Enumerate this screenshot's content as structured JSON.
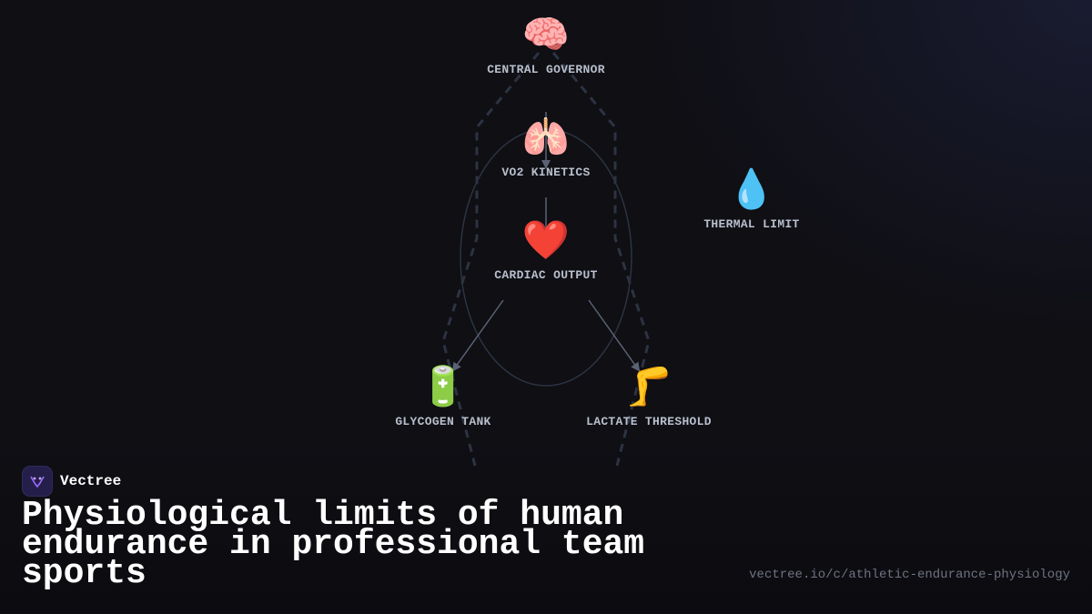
{
  "brand": {
    "name": "Vectree"
  },
  "title": "Physiological limits of human endurance in professional team sports",
  "url": "vectree.io/c/athletic-endurance-physiology",
  "nodes": {
    "central_governor": {
      "emoji": "🧠",
      "label": "CENTRAL GOVERNOR"
    },
    "vo2_kinetics": {
      "emoji": "🫁",
      "label": "VO2 KINETICS"
    },
    "cardiac_output": {
      "emoji": "❤️",
      "label": "CARDIAC OUTPUT"
    },
    "thermal_limit": {
      "emoji": "💧",
      "label": "THERMAL LIMIT"
    },
    "glycogen_tank": {
      "emoji": "🔋",
      "label": "GLYCOGEN TANK"
    },
    "lactate_threshold": {
      "emoji": "🦵",
      "label": "LACTATE THRESHOLD"
    }
  },
  "colors": {
    "background": "#0f0f14",
    "label": "#b8bfcc",
    "edge": "#5a6275",
    "outline": "#2c3342",
    "brand_logo_bg": "#241f4a",
    "brand_logo_mark": "#9b6bff"
  }
}
